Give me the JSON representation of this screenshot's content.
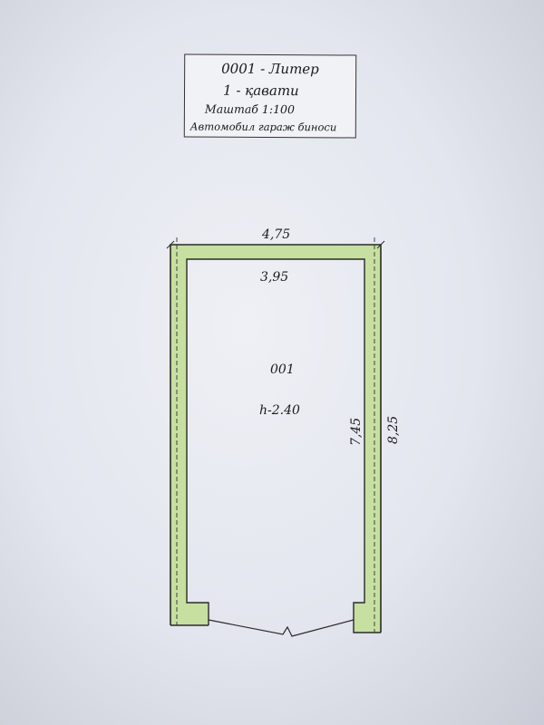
{
  "title_block": {
    "line1": "0001 - Литер",
    "line2": "1 - қавати",
    "line3": "Маштаб  1:100",
    "line4": "Автомобил гараж биноси"
  },
  "plan": {
    "outer_width": "4,75",
    "inner_width": "3,95",
    "inner_length": "7,45",
    "outer_length": "8,25",
    "room_number": "001",
    "room_height": "h-2.40"
  },
  "colors": {
    "wall_fill": "#c7dfa0",
    "line": "#2a2a2a",
    "paper": "#e6e8ef"
  }
}
